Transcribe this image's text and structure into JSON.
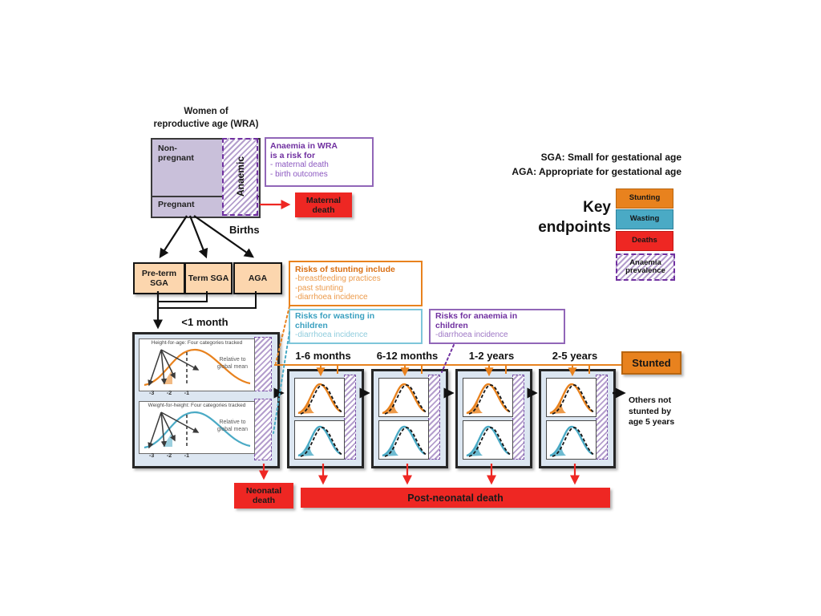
{
  "header": {
    "title": "Women of\nreproductive age (WRA)"
  },
  "wra": {
    "non_pregnant": "Non-\npregnant",
    "pregnant": "Pregnant",
    "anaemic": "Anaemic"
  },
  "anaemia_risk": {
    "title": "Anaemia in WRA\nis a risk for",
    "items": [
      "- maternal death",
      "- birth outcomes"
    ]
  },
  "maternal_death": "Maternal death",
  "births": "Births",
  "birth_outcomes": {
    "preterm_sga": "Pre-term SGA",
    "term_sga": "Term SGA",
    "aga": "AGA"
  },
  "month1": {
    "label": "<1 month",
    "panel_top_title": "Height-for-age: Four categories tracked",
    "panel_bottom_title": "Weight-for-height: Four categories tracked",
    "relative_note": "Relative to\nglobal mean",
    "ticks": [
      "-3",
      "-2",
      "-1"
    ]
  },
  "risk_stunting": {
    "title": "Risks of stunting include",
    "items": [
      "-breastfeeding practices",
      "-past stunting",
      "-diarrhoea incidence"
    ]
  },
  "risk_wasting": {
    "title": "Risks for wasting in\nchildren",
    "items": [
      "-diarrhoea incidence"
    ]
  },
  "risk_anaemia": {
    "title": "Risks for anaemia in\nchildren",
    "items": [
      "-diarrhoea incidence"
    ]
  },
  "stages": [
    {
      "label": "1-6 months"
    },
    {
      "label": "6-12 months"
    },
    {
      "label": "1-2 years"
    },
    {
      "label": "2-5 years"
    }
  ],
  "stunted": "Stunted",
  "others_note": "Others not\nstunted by\nage 5 years",
  "neonatal_death": "Neonatal death",
  "post_neonatal_death": "Post-neonatal death",
  "definitions": {
    "text": "SGA: Small for gestational age\nAGA: Appropriate for gestational age"
  },
  "legend": {
    "title": "Key\nendpoints",
    "items": [
      {
        "label": "Stunting",
        "type": "stunting"
      },
      {
        "label": "Wasting",
        "type": "wasting"
      },
      {
        "label": "Deaths",
        "type": "deaths"
      },
      {
        "label": "Anaemia prevalence",
        "type": "anaemia"
      }
    ]
  },
  "colors": {
    "orange": "#e8821e",
    "teal": "#4aaac5",
    "red": "#ee2723",
    "purple": "#7030a0",
    "light_purple_fill": "#c9c0da",
    "peach": "#fcd6ae",
    "panel_blue": "#dce6f1"
  }
}
